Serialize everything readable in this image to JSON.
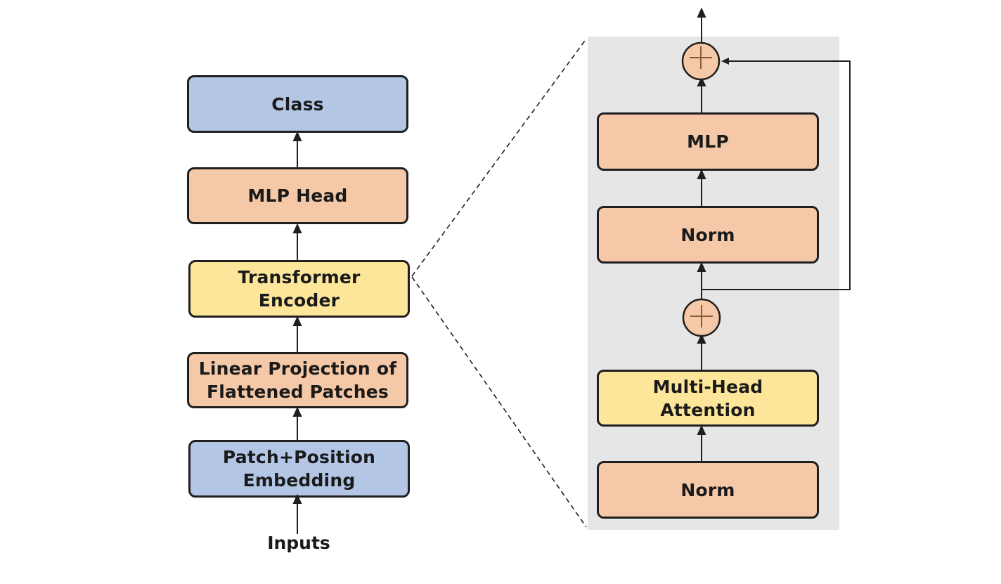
{
  "vit": {
    "class_label": "Class",
    "mlp_head_label": "MLP Head",
    "transformer_encoder_label": "Transformer\nEncoder",
    "linear_projection_label": "Linear Projection of\nFlattened Patches",
    "embedding_label": "Patch+Position\nEmbedding",
    "inputs_label": "Inputs"
  },
  "encoder_block": {
    "mlp_label": "MLP",
    "norm_top_label": "Norm",
    "attention_label": "Multi-Head\nAttention",
    "norm_bottom_label": "Norm",
    "add_symbol": "+"
  },
  "colors": {
    "blue": "#b3c6e6",
    "orange": "#f5c9a8",
    "yellow": "#fde699",
    "panel": "#e6e6e6",
    "stroke": "#1f1f1f"
  }
}
